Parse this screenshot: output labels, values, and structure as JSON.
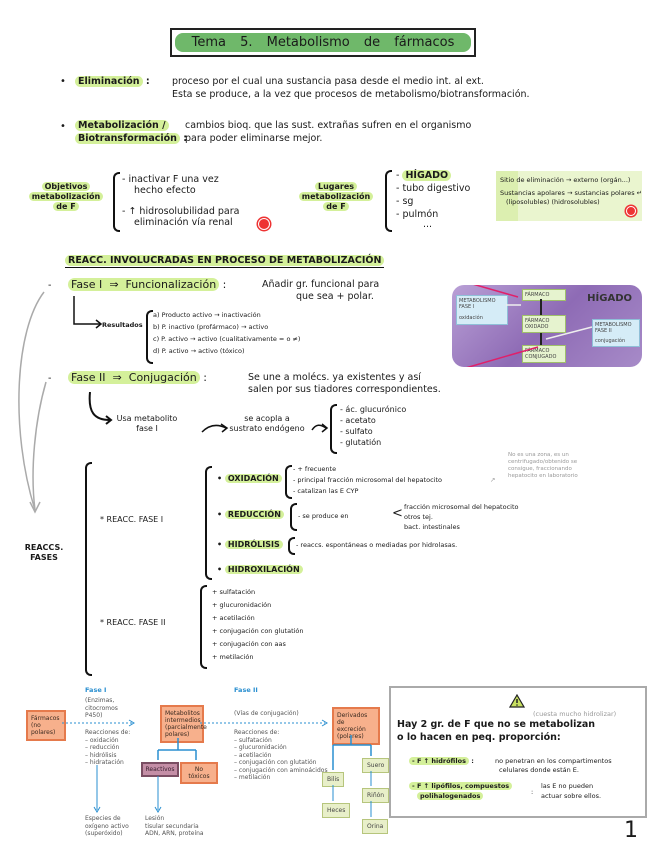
{
  "title": "Tema 5. Metabolismo de fármacos",
  "definitions": [
    {
      "term": "Eliminación",
      "text_lines": [
        "proceso por el cual una sustancia pasa desde el medio int. al ext.",
        "Esta se produce, a la vez que procesos de metabolismo/biotransformación."
      ]
    },
    {
      "term_lines": [
        "Metabolización /",
        "Biotransformación"
      ],
      "text_lines": [
        "cambios bioq. que las sust. extrañas sufren en el organismo",
        "para poder eliminarse mejor."
      ]
    }
  ],
  "objectives": {
    "label_lines": [
      "Objetivos",
      "metabolización",
      "de F"
    ],
    "items": [
      [
        "- inactivar F una vez",
        "hecho efecto"
      ],
      [
        "- ↑ hidrosolubilidad para",
        "eliminación vía renal"
      ]
    ]
  },
  "places": {
    "label_lines": [
      "Lugares",
      "metabolización",
      "de F"
    ],
    "items": [
      "HÍGADO",
      "tubo digestivo",
      "sg",
      "pulmón",
      "..."
    ]
  },
  "sticky_note": {
    "lines": [
      "Sitio de eliminación → externo (orgán...)",
      "Sustancias apolares → sustancias polares ↵",
      "(liposolubles) (hidrosolubles)"
    ]
  },
  "section_heading": "REACC. INVOLUCRADAS EN PROCESO DE METABOLIZACIÓN",
  "phase1": {
    "label": "Fase I",
    "arrow": "⇒",
    "name": "Funcionalización",
    "desc_lines": [
      "Añadir gr. funcional para",
      "que sea + polar."
    ],
    "results_label": "Resultados",
    "results": [
      "a) Producto activo → inactivación",
      "b) P. inactivo (profármaco) → activo",
      "c) P. activo → activo (cualitativamente = o ≠)",
      "d) P. activo → activo (tóxico)"
    ]
  },
  "liver_diagram": {
    "title": "HÍGADO",
    "boxes": [
      "FÁRMACO",
      "FÁRMACO OXIDADO",
      "FÁRMACO CONJUGADO"
    ],
    "side_left": [
      "METABOLISMO FASE I",
      "oxidación"
    ],
    "side_right": [
      "METABOLISMO FASE II",
      "conjugación"
    ]
  },
  "phase2": {
    "label": "Fase II",
    "arrow": "⇒",
    "name": "Conjugación",
    "desc_lines": [
      "Se une a molécs. ya existentes y así",
      "salen por sus tiadores correspondientes."
    ],
    "uses": [
      "Usa metabolito",
      "fase I"
    ],
    "couples": [
      "se acopla a",
      "sustrato endógeno"
    ],
    "items": [
      "- ác. glucurónico",
      "- acetato",
      "- sulfato",
      "- glutatión"
    ]
  },
  "reactions": {
    "label_lines": [
      "REACCS.",
      "FASES"
    ],
    "phase1_label": "* REACC. FASE I",
    "phase1_items": [
      {
        "name": "OXIDACIÓN",
        "details": [
          "- + frecuente",
          "- principal fracción microsomal del hepatocito",
          "- catalizan las E CYP"
        ]
      },
      {
        "name": "REDUCCIÓN",
        "details": [
          "- se produce en"
        ],
        "sub": [
          "fracción microsomal del hepatocito",
          "otros tej.",
          "bact. intestinales"
        ]
      },
      {
        "name": "HIDRÓLISIS",
        "details": [
          "- reaccs. espontáneas o mediadas por hidrolasas."
        ]
      },
      {
        "name": "HIDROXILACIÓN",
        "details": []
      }
    ],
    "side_note": [
      "No es una zona, es un",
      "centrifugado/obtenido se",
      "consigue, fraccionando",
      "hepatocito en laboratorio"
    ],
    "phase2_label": "* REACC. FASE II",
    "phase2_items": [
      "+ sulfatación",
      "+ glucuronidación",
      "+ acetilación",
      "+ conjugación con glutatión",
      "+ conjugación con aas",
      "+ metilación"
    ]
  },
  "flow_diagram": {
    "phase1_label": "Fase I",
    "phase2_label": "Fase II",
    "drug_box": [
      "Fármacos",
      "(no polares)"
    ],
    "enzymes": [
      "(Enzimas,",
      "citocromos",
      "P450)"
    ],
    "phase1_reactions": [
      "Reacciones de:",
      "– oxidación",
      "– reducción",
      "– hidrólisis",
      "– hidratación"
    ],
    "reactive_oxygen": [
      "Especies de",
      "oxígeno activo",
      "(superóxido)"
    ],
    "metabolites_box": [
      "Metabolitos",
      "intermedios",
      "(parcialmente",
      "polares)"
    ],
    "reactive_box": "Reactivos",
    "nontoxic_box": "No tóxicos",
    "lesion": [
      "Lesión",
      "tisular secundaria",
      "ADN, ARN, proteína"
    ],
    "conj_routes": "(Vías de conjugación)",
    "phase2_reactions": [
      "Reacciones de:",
      "– sulfatación",
      "– glucuronidación",
      "– acetilación",
      "– conjugación con glutatión",
      "– conjugación con aminoácidos",
      "– metilación"
    ],
    "excretion_box": [
      "Derivados de",
      "excreción",
      "(polares)"
    ],
    "bile": "Bilis",
    "feces": "Heces",
    "serum": "Suero",
    "kidney": "Riñón",
    "urine": "Orina"
  },
  "warning_box": {
    "icon": "warning-icon",
    "aside": "(cuesta mucho hidrolizar)",
    "intro_lines": [
      "Hay 2 gr. de F que no se metabolizan",
      "o lo hacen en peq. proporción:"
    ],
    "items": [
      {
        "term": "- F ↑ hidrófilos",
        "text_lines": [
          "no penetran en los compartimentos",
          "celulares donde están E."
        ]
      },
      {
        "term_lines": [
          "- F ↑ lipófilos, compuestos",
          "polihalogenados"
        ],
        "text_lines": [
          "las E no pueden",
          "actuar sobre ellos."
        ]
      }
    ]
  },
  "page_number": "1",
  "colors": {
    "highlight": "#d4f09a",
    "title_green": "#6fb86a",
    "warning_yellow": "#c8e060",
    "red": "#e33333",
    "blue_arrow": "#2a8fd0",
    "orange_box": "#f7b08c"
  }
}
